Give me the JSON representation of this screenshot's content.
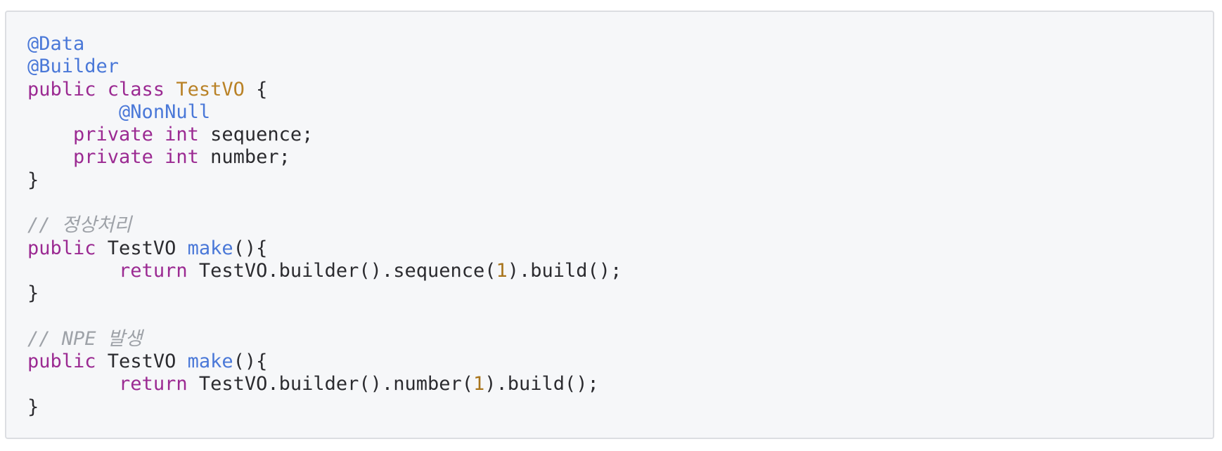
{
  "code_lines": [
    [
      {
        "t": "annotation",
        "v": "@Data"
      }
    ],
    [
      {
        "t": "annotation",
        "v": "@Builder"
      }
    ],
    [
      {
        "t": "keyword",
        "v": "public class "
      },
      {
        "t": "type",
        "v": "TestVO"
      },
      {
        "t": "plain",
        "v": " {"
      }
    ],
    [
      {
        "t": "plain",
        "v": "        "
      },
      {
        "t": "annotation",
        "v": "@NonNull"
      }
    ],
    [
      {
        "t": "plain",
        "v": "    "
      },
      {
        "t": "keyword",
        "v": "private int"
      },
      {
        "t": "plain",
        "v": " sequence;"
      }
    ],
    [
      {
        "t": "plain",
        "v": "    "
      },
      {
        "t": "keyword",
        "v": "private int"
      },
      {
        "t": "plain",
        "v": " number;"
      }
    ],
    [
      {
        "t": "plain",
        "v": "}"
      }
    ],
    [],
    [
      {
        "t": "comment",
        "v": "// 정상처리"
      }
    ],
    [
      {
        "t": "keyword",
        "v": "public"
      },
      {
        "t": "plain",
        "v": " TestVO "
      },
      {
        "t": "fn",
        "v": "make"
      },
      {
        "t": "plain",
        "v": "(){"
      }
    ],
    [
      {
        "t": "plain",
        "v": "        "
      },
      {
        "t": "keyword",
        "v": "return"
      },
      {
        "t": "plain",
        "v": " TestVO.builder().sequence("
      },
      {
        "t": "num",
        "v": "1"
      },
      {
        "t": "plain",
        "v": ").build();"
      }
    ],
    [
      {
        "t": "plain",
        "v": "}"
      }
    ],
    [],
    [
      {
        "t": "comment",
        "v": "// NPE 발생"
      }
    ],
    [
      {
        "t": "keyword",
        "v": "public"
      },
      {
        "t": "plain",
        "v": " TestVO "
      },
      {
        "t": "fn",
        "v": "make"
      },
      {
        "t": "plain",
        "v": "(){"
      }
    ],
    [
      {
        "t": "plain",
        "v": "        "
      },
      {
        "t": "keyword",
        "v": "return"
      },
      {
        "t": "plain",
        "v": " TestVO.builder().number("
      },
      {
        "t": "num",
        "v": "1"
      },
      {
        "t": "plain",
        "v": ").build();"
      }
    ],
    [
      {
        "t": "plain",
        "v": "}"
      }
    ]
  ]
}
